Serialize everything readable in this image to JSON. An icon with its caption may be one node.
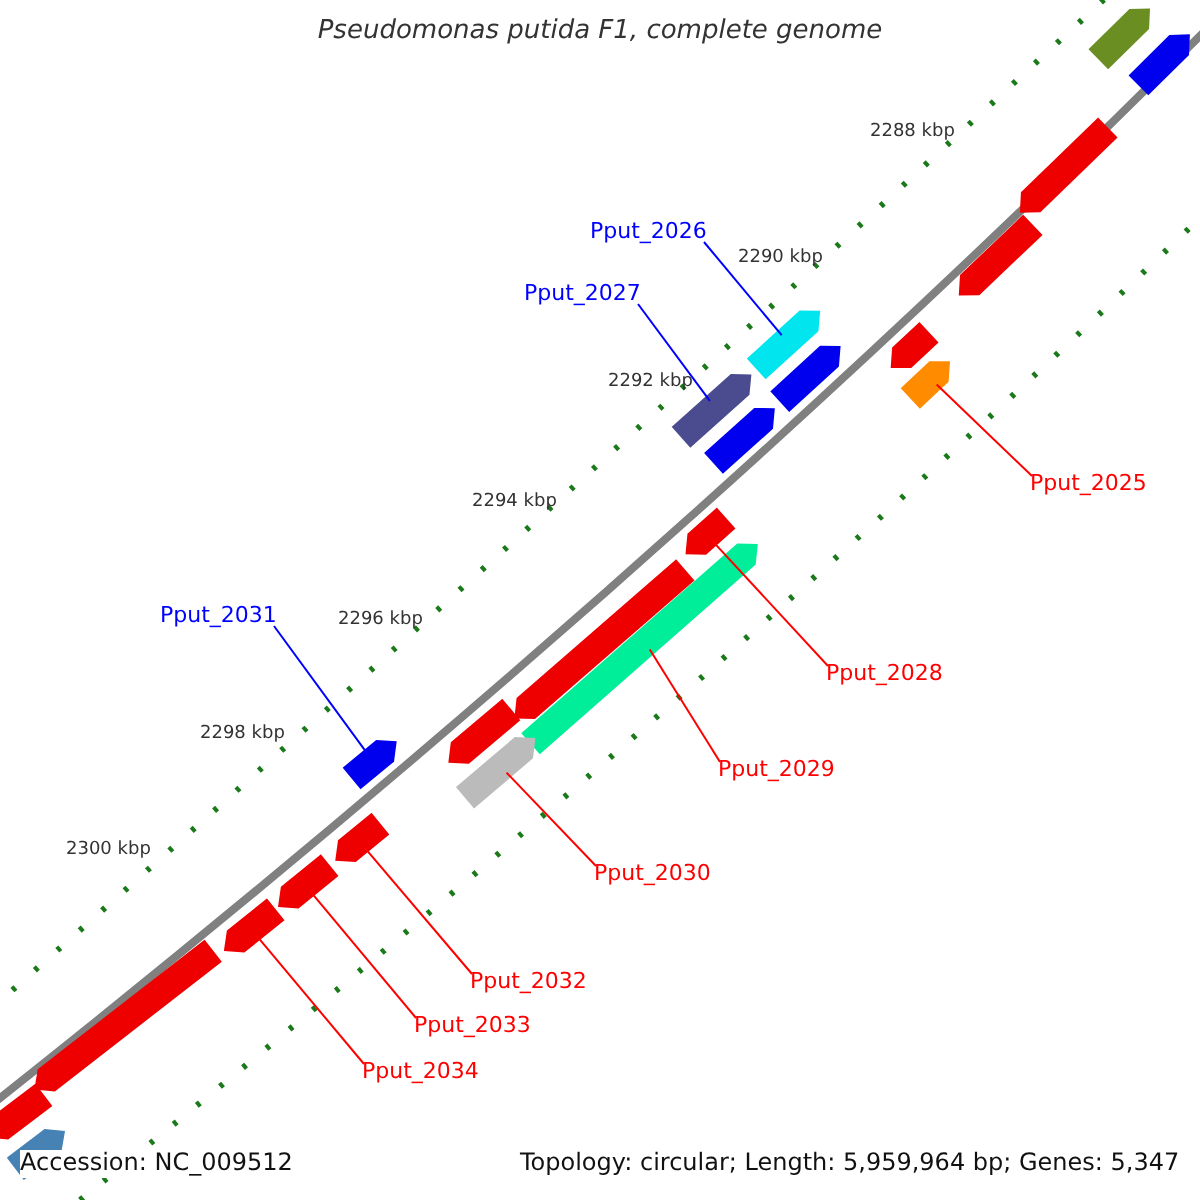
{
  "diagram": {
    "title": "Pseudomonas putida F1, complete genome",
    "nodes": [
      {
        "text": [
          "Pput_2026"
        ]
      },
      {
        "text": [],
        "shape": "pentagon"
      },
      {
        "text": [
          "Pput_2027"
        ]
      },
      {
        "text": [],
        "shape": "pentagon"
      },
      {
        "text": [
          "Pput_2025"
        ]
      },
      {
        "text": [],
        "shape": "pentagon"
      },
      {
        "text": [
          "Pput_2031"
        ]
      },
      {
        "text": [],
        "shape": "pentagon"
      },
      {
        "text": [
          "Pput_2028"
        ]
      },
      {
        "text": [],
        "shape": "pentagon"
      },
      {
        "text": [
          "Pput_2029"
        ]
      },
      {
        "text": [],
        "shape": "pentagon"
      },
      {
        "text": [
          "Pput_2030"
        ]
      },
      {
        "text": [],
        "shape": "pentagon"
      },
      {
        "text": [
          "Pput_2032"
        ]
      },
      {
        "text": [],
        "shape": "pentagon"
      },
      {
        "text": [
          "Pput_2033"
        ]
      },
      {
        "text": [],
        "shape": "pentagon"
      },
      {
        "text": [
          "Pput_2034"
        ]
      },
      {
        "text": [],
        "shape": "pentagon"
      },
      {
        "text": [],
        "shape": "pentagon"
      },
      {
        "text": [],
        "shape": "pentagon"
      },
      {
        "text": [],
        "shape": "pentagon"
      },
      {
        "text": [],
        "shape": "pentagon"
      },
      {
        "text": [],
        "shape": "pentagon"
      },
      {
        "text": [],
        "shape": "pentagon"
      },
      {
        "text": [],
        "shape": "pentagon"
      },
      {
        "text": [],
        "shape": "pentagon"
      },
      {
        "text": [],
        "shape": "pentagon"
      },
      {
        "text": [],
        "shape": "pentagon"
      },
      {
        "text": [],
        "shape": "pentagon"
      },
      {
        "text": [],
        "shape": "pentagon"
      }
    ],
    "edges": [
      {
        "from": 0,
        "to": 1,
        "arrow": "none",
        "color": "#0000ff"
      },
      {
        "from": 2,
        "to": 3,
        "arrow": "none",
        "color": "#0000ff"
      },
      {
        "from": 4,
        "to": 5,
        "arrow": "none"
      },
      {
        "from": 6,
        "to": 7,
        "arrow": "none",
        "color": "#0000ff"
      },
      {
        "from": 8,
        "to": 9,
        "arrow": "none"
      },
      {
        "from": 10,
        "to": 11,
        "arrow": "none"
      },
      {
        "from": 12,
        "to": 13,
        "arrow": "none"
      },
      {
        "from": 14,
        "to": 15,
        "arrow": "none"
      },
      {
        "from": 16,
        "to": 17,
        "arrow": "none"
      },
      {
        "from": 18,
        "to": 19,
        "arrow": "none"
      }
    ],
    "labels": [
      "2288 kbp",
      "2290 kbp",
      "2292 kbp",
      "2294 kbp",
      "2296 kbp",
      "2298 kbp",
      "2300 kbp",
      "Accession: NC_009512",
      "Topology: circular; Length: 5,959,964 bp; Genes: 5,347"
    ]
  }
}
